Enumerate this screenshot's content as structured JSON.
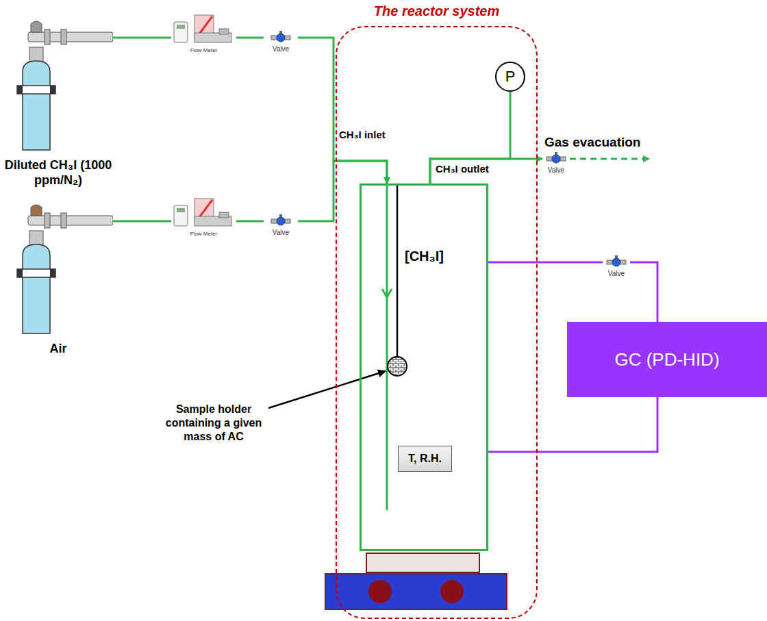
{
  "diagram": {
    "nodes": [
      {
        "text": [
          "Diluted CH₃I (1000 ppm/N₂)"
        ]
      },
      {
        "text": [
          "Flow Meter"
        ]
      },
      {
        "text": [
          "Valve"
        ]
      },
      {
        "text": [
          "Air"
        ]
      },
      {
        "text": [
          "Flow Meter"
        ]
      },
      {
        "text": [
          "Valve"
        ]
      },
      {
        "text": [
          "The reactor system"
        ]
      },
      {
        "text": [
          "P"
        ],
        "in": 6
      },
      {
        "text": [
          "[CH₃I]"
        ],
        "in": 6
      },
      {
        "text": [
          "T, R.H."
        ],
        "in": 8
      },
      {
        "text": [
          "Valve"
        ]
      },
      {
        "text": [
          "Valve"
        ]
      },
      {
        "text": [
          "GC (PD-HID)"
        ]
      }
    ],
    "edges": [
      {
        "from": 0,
        "to": 1,
        "arrow": "none"
      },
      {
        "from": 1,
        "to": 2,
        "arrow": "none"
      },
      {
        "from": 3,
        "to": 4,
        "arrow": "none"
      },
      {
        "from": 4,
        "to": 5,
        "arrow": "none"
      },
      {
        "from": 2,
        "to": 8,
        "arrow": "to"
      },
      {
        "from": 5,
        "to": 8,
        "arrow": "to"
      },
      {
        "from": 8,
        "to": 7,
        "arrow": "none"
      },
      {
        "from": 8,
        "to": 10,
        "arrow": "to"
      },
      {
        "from": 8,
        "to": 11,
        "arrow": "none"
      },
      {
        "from": 11,
        "to": 12,
        "arrow": "none"
      },
      {
        "from": 12,
        "to": 8,
        "arrow": "none"
      }
    ],
    "labels": [
      "CH₃I inlet",
      "CH₃I outlet",
      "Gas evacuation",
      "Sample holder containing a given mass of AC"
    ]
  }
}
